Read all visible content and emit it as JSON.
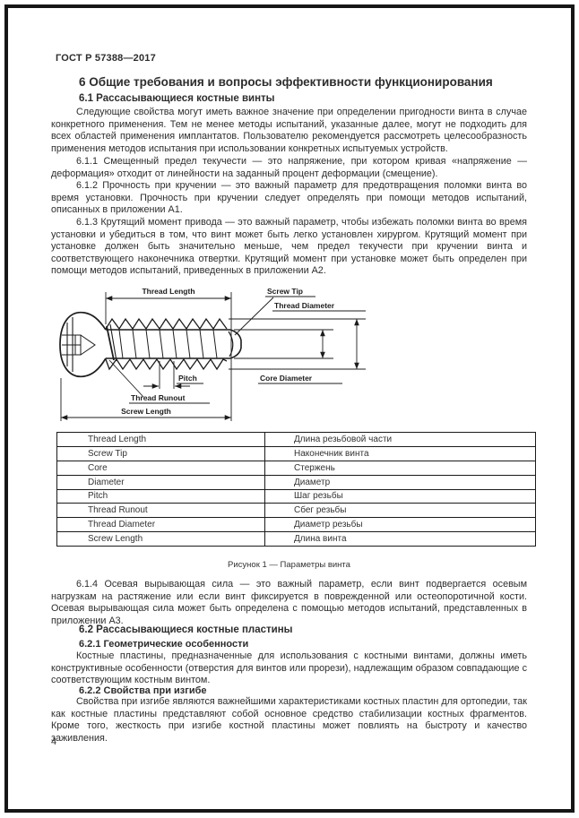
{
  "page": {
    "header": "ГОСТ Р 57388—2017",
    "number": "4"
  },
  "content": {
    "h1": "6 Общие требования и вопросы эффективности функционирования",
    "h6_1": "6.1 Рассасывающиеся костные винты",
    "p_intro": "Следующие свойства могут иметь важное значение при определении пригодности винта в случае конкретного применения. Тем не менее методы испытаний, указанные далее, могут не подходить для всех областей применения имплантатов. Пользователю рекомендуется рассмотреть целесообразность применения методов испытания при использовании конкретных испытуемых устройств.",
    "p_6_1_1": "6.1.1 Смещенный предел текучести — это напряжение, при котором кривая «напряжение — деформация» отходит от линейности на заданный процент деформации (смещение).",
    "p_6_1_2": "6.1.2 Прочность при кручении — это важный параметр для предотвращения поломки винта во время установки. Прочность при кручении следует определять при помощи методов испытаний, описанных в приложении А1.",
    "p_6_1_3": "6.1.3 Крутящий момент привода — это важный параметр, чтобы избежать поломки винта во время установки и убедиться в том, что винт может быть легко установлен хирургом. Крутящий момент при установке должен быть значительно меньше, чем предел текучести при кручении винта и соответствующего наконечника отвертки. Крутящий момент при установке может быть определен при помощи методов испытаний, приведенных в приложении А2.",
    "p_6_1_4": "6.1.4 Осевая вырывающая сила — это важный параметр, если винт подвергается осевым нагрузкам на растяжение или если винт фиксируется в поврежденной или остеопоротичной кости. Осевая вырывающая сила может быть определена с помощью методов испытаний, представленных в приложении А3.",
    "h6_2": "6.2 Рассасывающиеся костные пластины",
    "h6_2_1": "6.2.1 Геометрические особенности",
    "p_6_2_1": "Костные пластины, предназначенные для использования с костными винтами, должны иметь конструктивные особенности (отверстия для винтов или прорези), надлежащим образом совпадающие с соответствующим костным винтом.",
    "h6_2_2": "6.2.2 Свойства при изгибе",
    "p_6_2_2": "Свойства при изгибе являются важнейшими характеристиками костных пластин для ортопедии, так как костные пластины представляют собой основное средство стабилизации костных фрагментов. Кроме того, жесткость при изгибе костной пластины может повлиять на быстроту и качество заживления."
  },
  "figure": {
    "caption": "Рисунок 1 — Параметры винта",
    "labels": {
      "thread_length": "Thread Length",
      "screw_tip": "Screw Tip",
      "thread_diameter": "Thread Diameter",
      "core_diameter": "Core Diameter",
      "pitch": "Pitch",
      "thread_runout": "Thread Runout",
      "screw_length": "Screw Length"
    }
  },
  "table": {
    "rows": [
      {
        "en": "Thread Length",
        "ru": "Длина резьбовой части"
      },
      {
        "en": "Screw Tip",
        "ru": "Наконечник винта"
      },
      {
        "en": "Core",
        "ru": "Стержень"
      },
      {
        "en": "Diameter",
        "ru": "Диаметр"
      },
      {
        "en": "Pitch",
        "ru": "Шаг резьбы"
      },
      {
        "en": "Thread Runout",
        "ru": "Сбег резьбы"
      },
      {
        "en": "Thread Diameter",
        "ru": "Диаметр резьбы"
      },
      {
        "en": "Screw Length",
        "ru": "Длина винта"
      }
    ]
  },
  "colors": {
    "background": "#ffffff",
    "text": "#2d2d2d",
    "line": "#1a1a1a"
  }
}
